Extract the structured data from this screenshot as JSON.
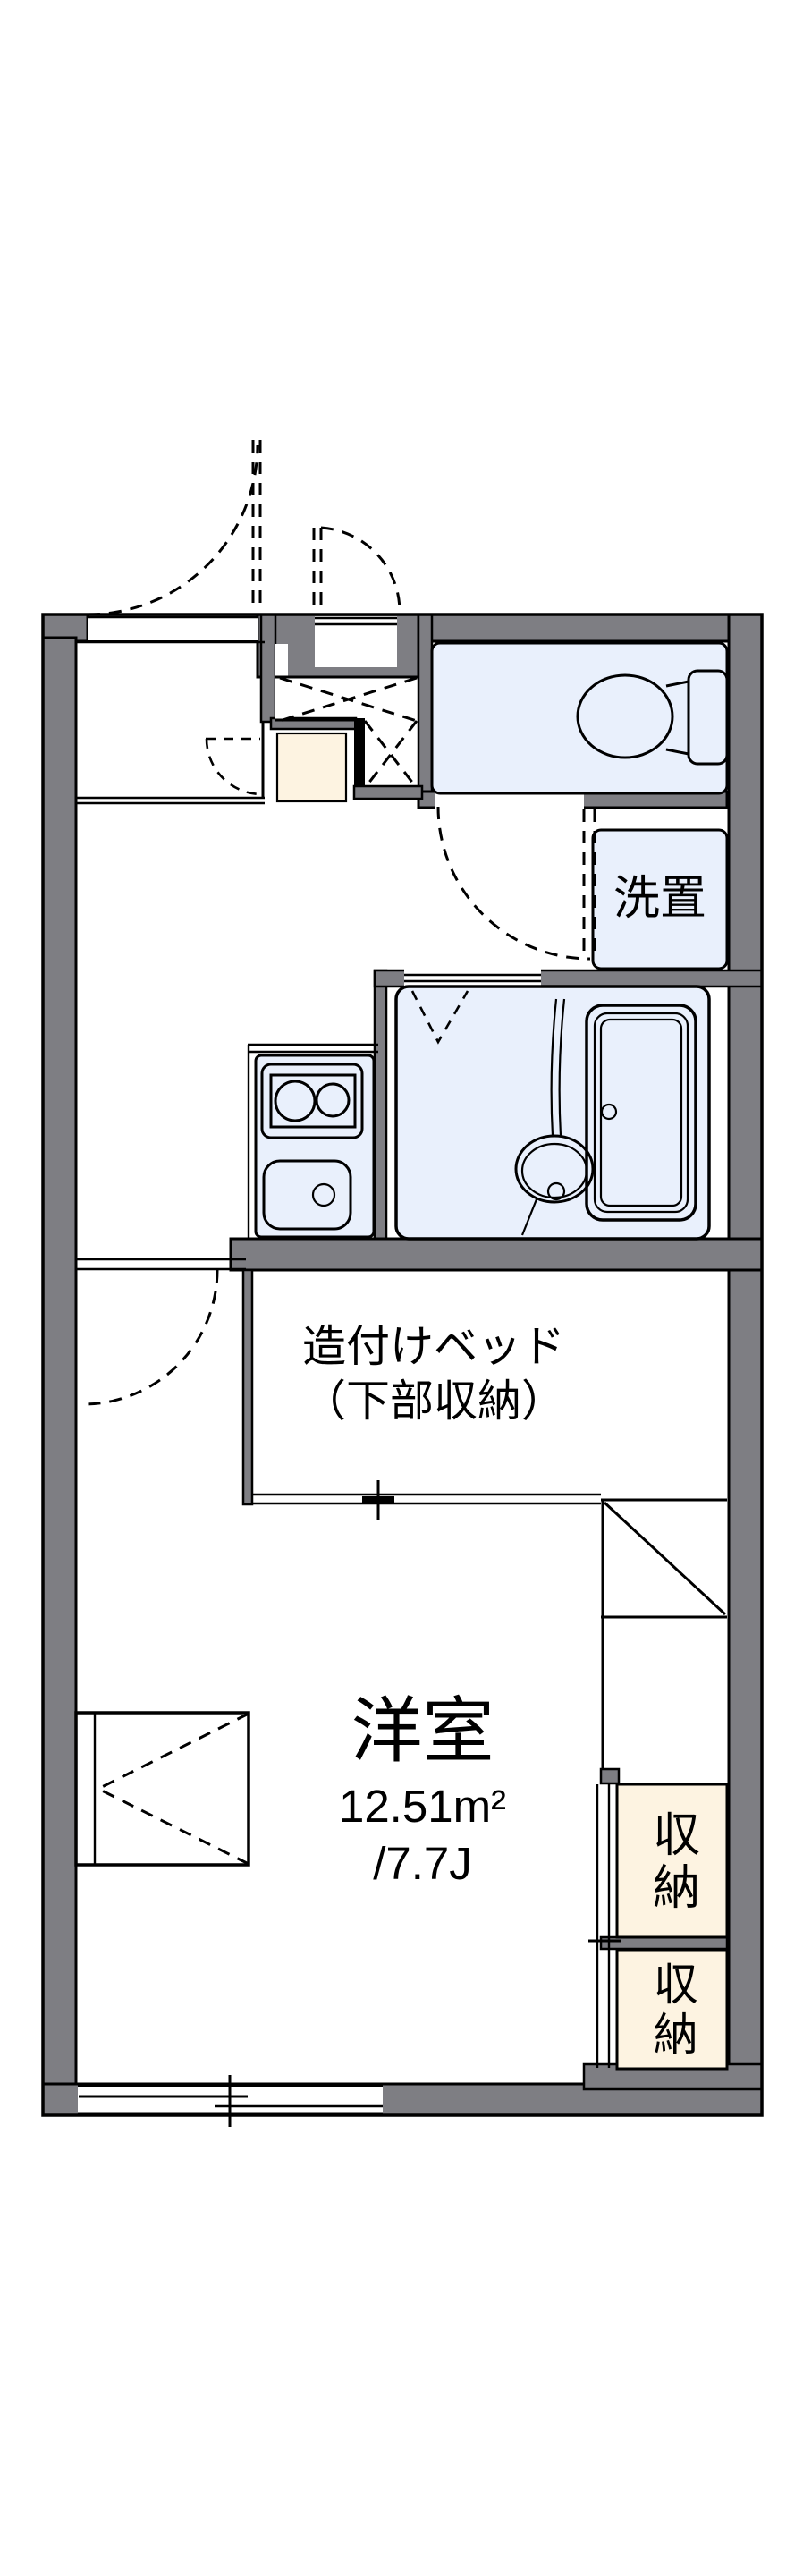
{
  "document": {
    "type": "apartment-floor-plan"
  },
  "colors": {
    "wall": "#7e7e83",
    "water": "#e9f0fc",
    "storage": "#fdf3e1",
    "ink": "#000000",
    "bg": "#ffffff"
  },
  "labels": {
    "laundry": "洗置",
    "bed_line1": "造付けベッド",
    "bed_line2": "（下部収納）",
    "room_name": "洋室",
    "room_area_m2": "12.51m²",
    "room_area_tatami": "/7.7J",
    "storage_upper": "収納",
    "storage_lower": "収納"
  }
}
